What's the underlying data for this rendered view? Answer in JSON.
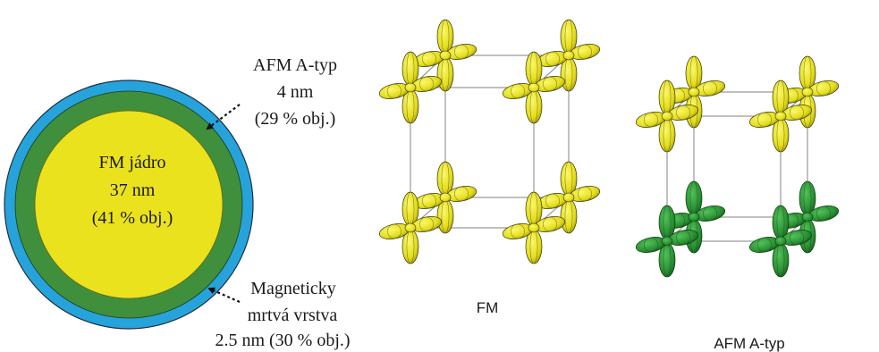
{
  "particle": {
    "core": {
      "line1": "FM jádro",
      "line2": "37 nm",
      "line3": "(41 % obj.)",
      "color": "#ebe21e"
    },
    "afm_shell": {
      "line1": "AFM A-typ",
      "line2": "4 nm",
      "line3": "(29 % obj.)",
      "color": "#3f8f3c"
    },
    "dead_layer": {
      "line1": "Magneticky",
      "line2": "mrtvá vrstva",
      "line3": "2.5 nm (30 % obj.)",
      "color": "#27a3dc"
    }
  },
  "lattices": {
    "fm": {
      "label": "FM",
      "colors": [
        "#f0ec2a",
        "#f0ec2a"
      ]
    },
    "afm": {
      "label": "AFM A-typ",
      "colors": [
        "#f0ec2a",
        "#2f9a3a"
      ]
    }
  }
}
